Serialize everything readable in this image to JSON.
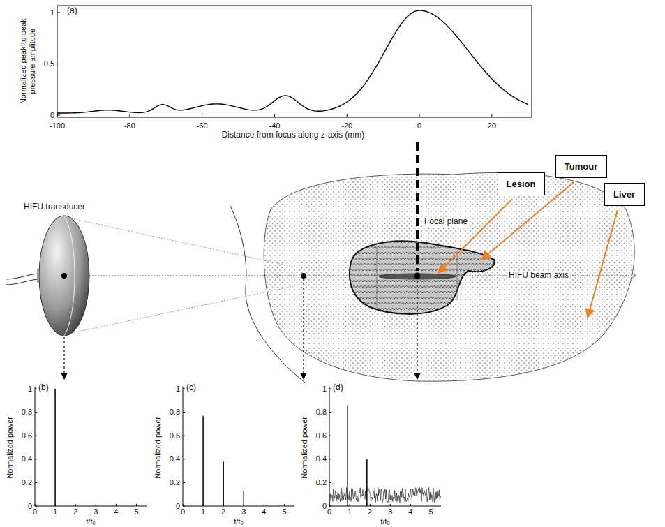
{
  "diagram": {
    "nodes": [
      {
        "text": [
          "Lesion"
        ]
      },
      {
        "text": [
          "Tumour"
        ]
      },
      {
        "text": [
          "Liver"
        ]
      }
    ],
    "labels": [
      "(a)",
      "Normalized peak-to-peak pressure amplitude",
      "1",
      "0.5",
      "0",
      "-100",
      "-80",
      "-60",
      "-40",
      "-20",
      "0",
      "20",
      "Distance from focus along z-axis (mm)",
      "HIFU transducer",
      "Focal plane",
      "HIFU beam axis",
      "(b)",
      "Normalized power",
      "1",
      "0.8",
      "0.6",
      "0.4",
      "0.2",
      "0",
      "0",
      "1",
      "2",
      "3",
      "4",
      "5",
      "f/f₀",
      "(c)",
      "Normalized power",
      "1",
      "0.8",
      "0.6",
      "0.4",
      "0.2",
      "0",
      "0",
      "1",
      "2",
      "3",
      "4",
      "5",
      "f/f₀",
      "(d)",
      "Normalized power",
      "1",
      "0.8",
      "0.6",
      "0.4",
      "0.2",
      "0",
      "0",
      "1",
      "2",
      "3",
      "4",
      "5",
      "f/f₀"
    ]
  }
}
